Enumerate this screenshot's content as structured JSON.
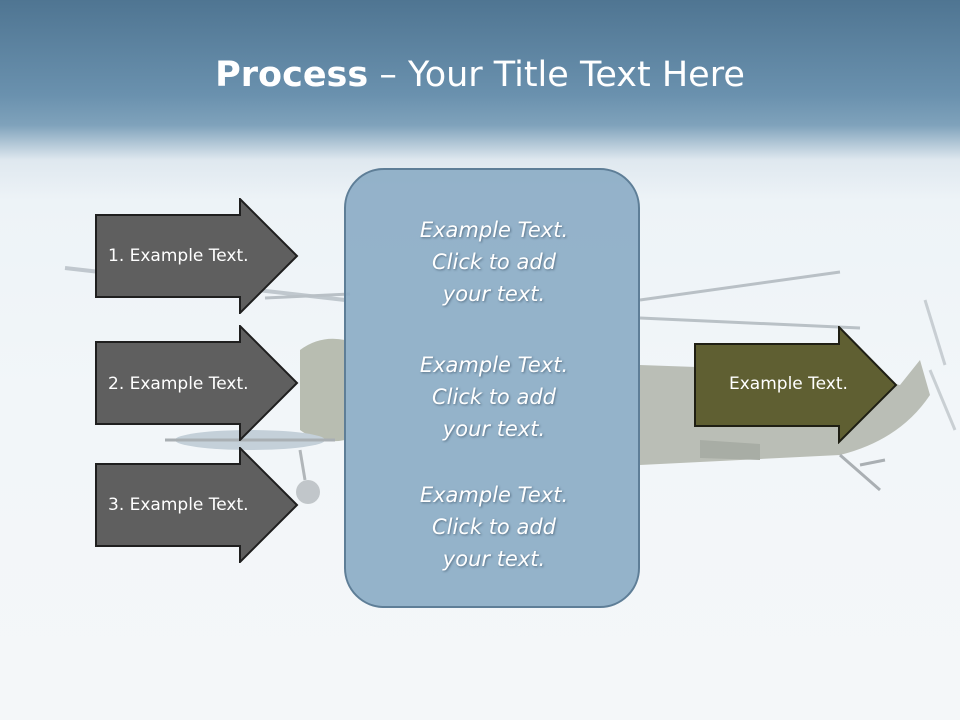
{
  "title": {
    "bold": "Process",
    "rest": " – Your Title Text Here"
  },
  "left_arrows": [
    {
      "label": "1. Example Text."
    },
    {
      "label": "2. Example Text."
    },
    {
      "label": "3. Example Text."
    }
  ],
  "center_box": {
    "blocks": [
      {
        "line1": "Example Text.",
        "line2": "Click  to add",
        "line3": "your text."
      },
      {
        "line1": "Example Text.",
        "line2": "Click  to add",
        "line3": "your text."
      },
      {
        "line1": "Example Text.",
        "line2": "Click  to add",
        "line3": "your text."
      }
    ]
  },
  "right_arrow": {
    "label": "Example Text."
  },
  "colors": {
    "left_arrow_fill": "#5f5f5f",
    "right_arrow_fill": "#5f5f32",
    "center_box_fill": "#8cacc6",
    "header": "#4f7592"
  }
}
